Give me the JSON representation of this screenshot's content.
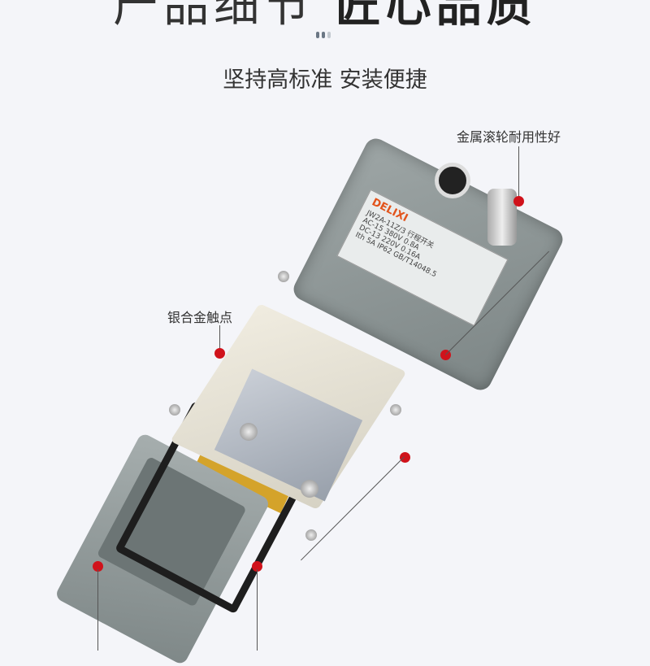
{
  "header": {
    "title_part1": "产品细节",
    "title_part2": "匠心品质",
    "subtitle": "坚持高标准 安装便捷"
  },
  "callouts": {
    "roller": "金属滚轮耐用性好",
    "contacts": "银合金触点"
  },
  "nameplate": {
    "brand": "DELIXI",
    "model": "JW2A-11Z/3 行程开关",
    "specs": [
      "AC-15 380V 0.8A",
      "DC-13 220V 0.16A",
      "Ith 5A IP62 GB/T14048.5"
    ]
  },
  "colors": {
    "accent": "#d0121b",
    "brand": "#e2541c"
  }
}
